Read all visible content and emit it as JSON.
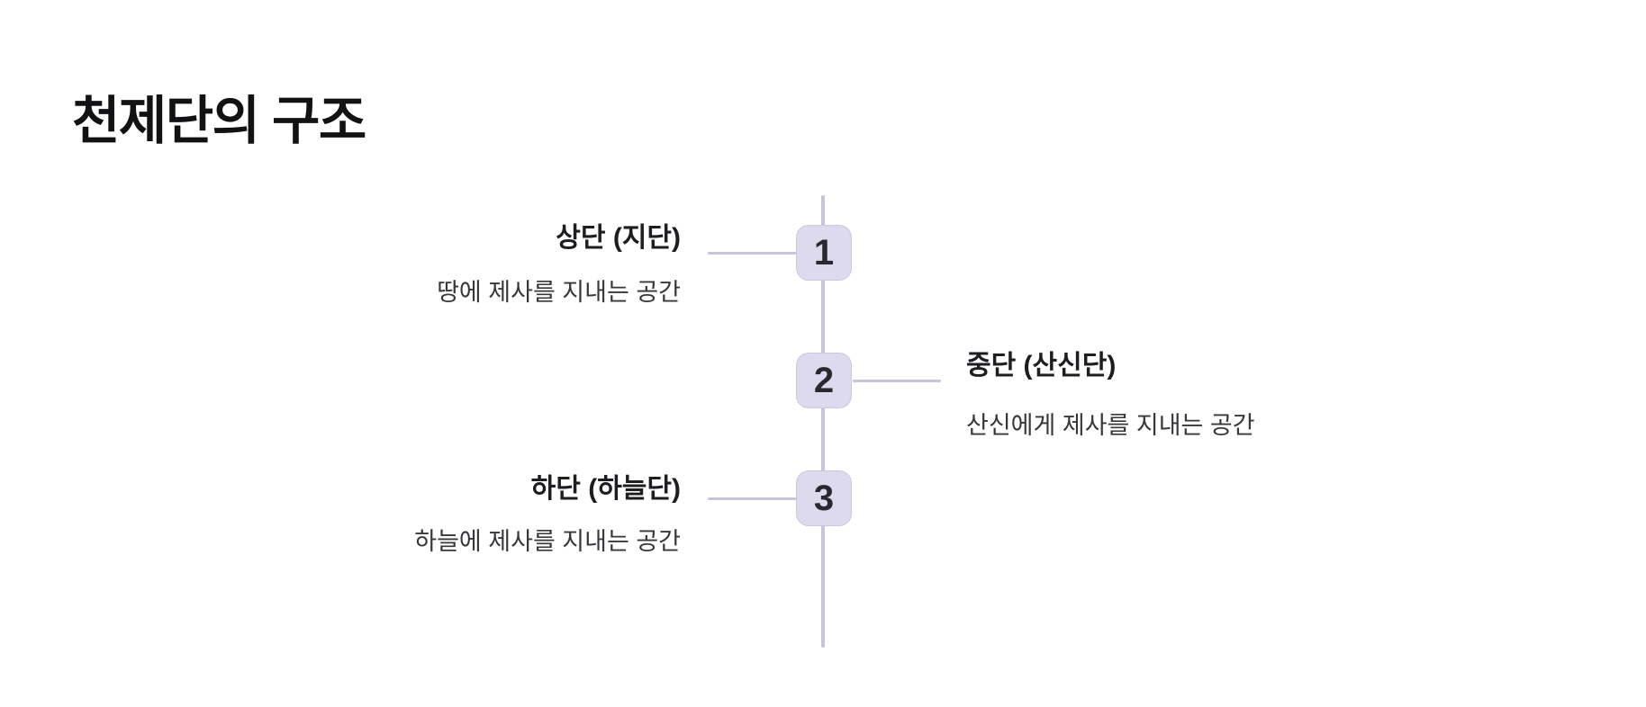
{
  "page": {
    "title": "천제단의 구조",
    "background_color": "#ffffff"
  },
  "timeline": {
    "orientation": "vertical",
    "colors": {
      "line": "#c8c5da",
      "node_fill": "#dcdaec",
      "node_border": "#ccc9df",
      "node_number_text": "#28282e",
      "label_text": "#1d1d22",
      "description_text": "#37373c",
      "title_text": "#121215"
    },
    "nodes": [
      {
        "number": "1",
        "label": "상단 (지단)",
        "description": "땅에 제사를 지내는 공간",
        "side": "left"
      },
      {
        "number": "2",
        "label": "중단 (산신단)",
        "description": "산신에게 제사를 지내는 공간",
        "side": "right"
      },
      {
        "number": "3",
        "label": "하단 (하늘단)",
        "description": "하늘에 제사를 지내는 공간",
        "side": "left"
      }
    ]
  }
}
